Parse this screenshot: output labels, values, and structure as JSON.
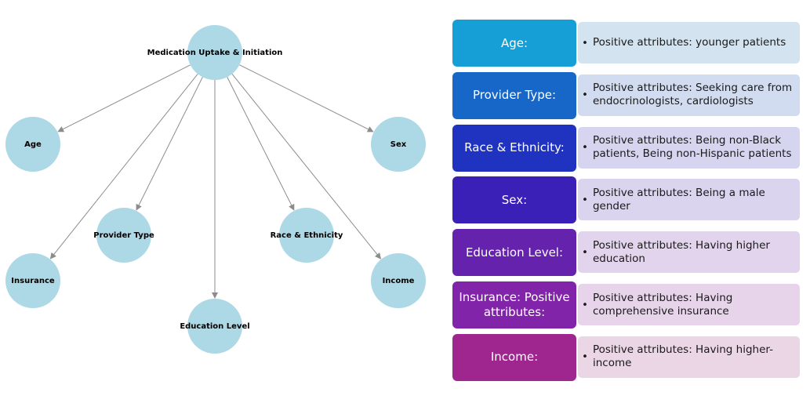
{
  "graph": {
    "root": "Medication Uptake & Initiation",
    "nodes": [
      "Age",
      "Provider Type",
      "Insurance",
      "Education Level",
      "Race & Ethnicity",
      "Income",
      "Sex"
    ]
  },
  "colors": {
    "node_fill": "#add8e6",
    "edge": "#8c8c8c"
  },
  "table": {
    "rows": [
      {
        "category": "Age:",
        "description": "Positive attributes: younger patients",
        "color": "#159fd6",
        "bg": "#d3e3ef"
      },
      {
        "category": "Provider Type:",
        "description": "Positive attributes: Seeking care from endocrinologists, cardiologists",
        "color": "#1667c8",
        "bg": "#d2dcf0"
      },
      {
        "category": "Race & Ethnicity:",
        "description": "Positive attributes: Being non-Black patients, Being non-Hispanic patients",
        "color": "#1f33c0",
        "bg": "#d5d5f0"
      },
      {
        "category": "Sex:",
        "description": "Positive attributes: Being a male gender",
        "color": "#3b20b8",
        "bg": "#dad4ee"
      },
      {
        "category": "Education Level:",
        "description": "Positive attributes: Having higher education",
        "color": "#6522ad",
        "bg": "#e2d4ec"
      },
      {
        "category": "Insurance: Positive attributes:",
        "description": "Positive attributes: Having comprehensive insurance",
        "color": "#8224a9",
        "bg": "#e7d4ea"
      },
      {
        "category": "Income:",
        "description": "Positive attributes: Having higher-income",
        "color": "#a0268f",
        "bg": "#ebd6e6"
      }
    ]
  }
}
